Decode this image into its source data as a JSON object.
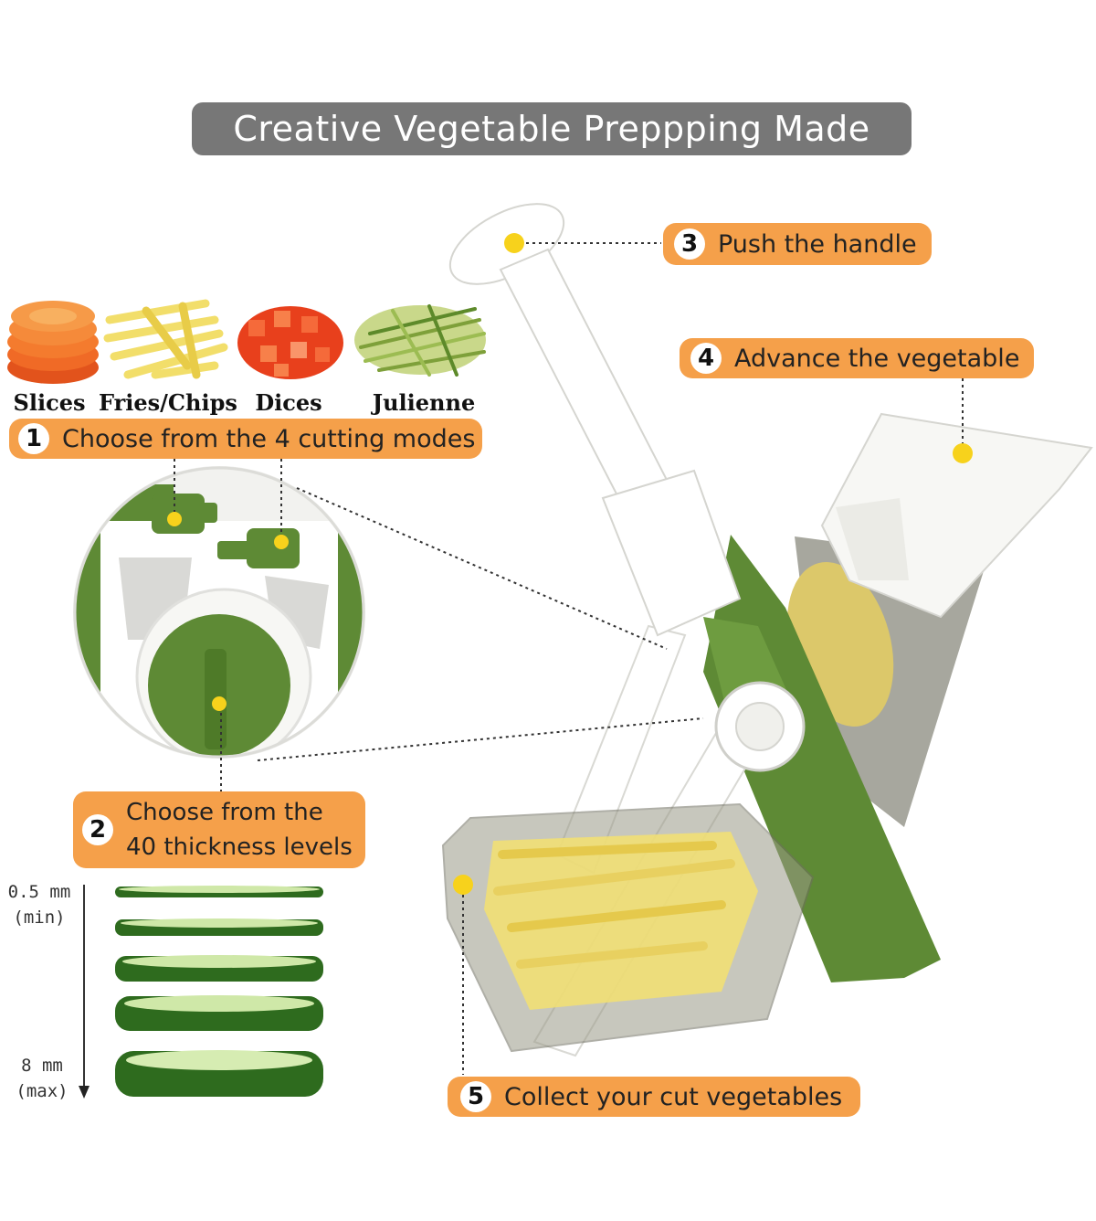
{
  "header": {
    "title": "Creative Vegetable Preppping Made Easy"
  },
  "modes": [
    {
      "label": "Slices"
    },
    {
      "label": "Fries/Chips"
    },
    {
      "label": "Dices"
    },
    {
      "label": "Julienne"
    }
  ],
  "callouts": [
    {
      "number": "1",
      "text": "Choose from the 4 cutting modes"
    },
    {
      "number": "2",
      "line1": "Choose from the",
      "line2": "40 thickness levels"
    },
    {
      "number": "3",
      "text": "Push the handle"
    },
    {
      "number": "4",
      "text": "Advance the vegetable"
    },
    {
      "number": "5",
      "text": "Collect your cut vegetables"
    }
  ],
  "thickness": {
    "min_value": "0.5 mm",
    "min_label": "(min)",
    "max_value": "8 mm",
    "max_label": "(max)"
  },
  "colors": {
    "callout": "#f5a04a",
    "title_bg": "#777777",
    "green": "#5e8a35",
    "marker": "#f7d21c"
  }
}
